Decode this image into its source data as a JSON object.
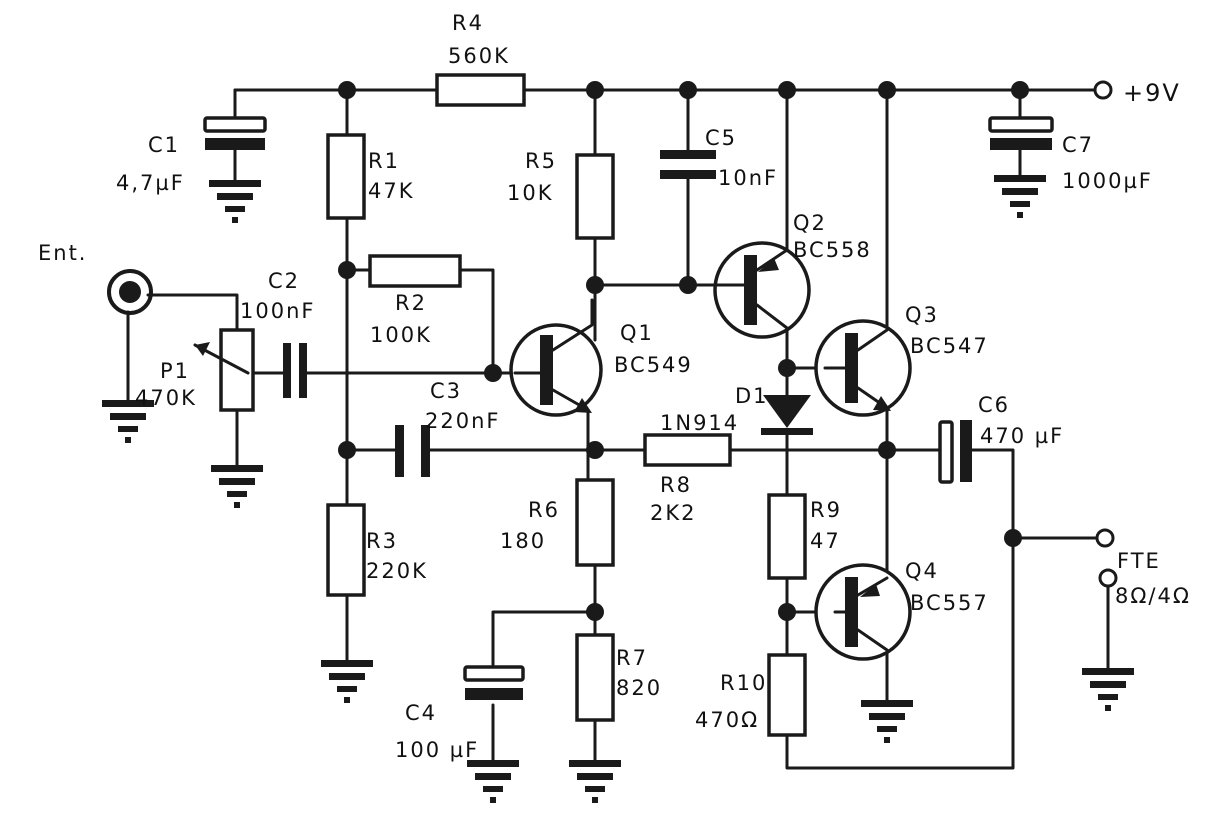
{
  "supply": {
    "label": "+9V"
  },
  "input": {
    "label": "Ent."
  },
  "output": {
    "label": "FTE",
    "value": "8Ω/4Ω"
  },
  "components": {
    "R1": {
      "ref": "R1",
      "value": "47K"
    },
    "R2": {
      "ref": "R2",
      "value": "100K"
    },
    "R3": {
      "ref": "R3",
      "value": "220K"
    },
    "R4": {
      "ref": "R4",
      "value": "560K"
    },
    "R5": {
      "ref": "R5",
      "value": "10K"
    },
    "R6": {
      "ref": "R6",
      "value": "180"
    },
    "R7": {
      "ref": "R7",
      "value": "820"
    },
    "R8": {
      "ref": "R8",
      "value": "2K2"
    },
    "R9": {
      "ref": "R9",
      "value": "47"
    },
    "R10": {
      "ref": "R10",
      "value": "470Ω"
    },
    "C1": {
      "ref": "C1",
      "value": "4,7µF"
    },
    "C2": {
      "ref": "C2",
      "value": "100nF"
    },
    "C3": {
      "ref": "C3",
      "value": "220nF"
    },
    "C4": {
      "ref": "C4",
      "value": "100 µF"
    },
    "C5": {
      "ref": "C5",
      "value": "10nF"
    },
    "C6": {
      "ref": "C6",
      "value": "470 µF"
    },
    "C7": {
      "ref": "C7",
      "value": "1000µF"
    },
    "P1": {
      "ref": "P1",
      "value": "470K"
    },
    "Q1": {
      "ref": "Q1",
      "value": "BC549"
    },
    "Q2": {
      "ref": "Q2",
      "value": "BC558"
    },
    "Q3": {
      "ref": "Q3",
      "value": "BC547"
    },
    "Q4": {
      "ref": "Q4",
      "value": "BC557"
    },
    "D1": {
      "ref": "D1",
      "value": "1N914"
    }
  },
  "colors": {
    "ink": "#1a1a1a",
    "paper": "#ffffff"
  }
}
